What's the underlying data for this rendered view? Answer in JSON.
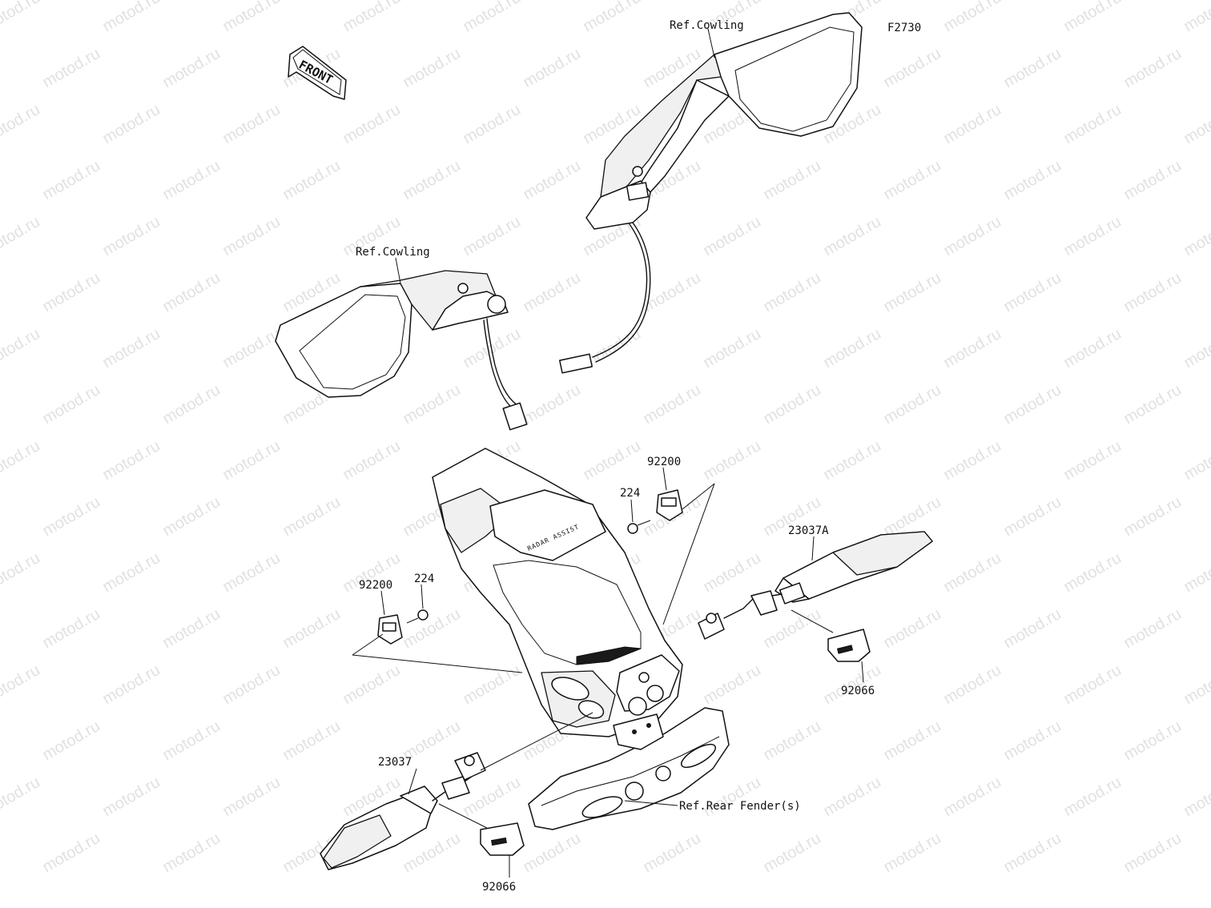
{
  "diagram": {
    "code": "F2730",
    "front_arrow": "FRONT",
    "watermark": "motod.ru",
    "labels": {
      "ref_cowling_right": "Ref.Cowling",
      "ref_cowling_left": "Ref.Cowling",
      "p92200_right": "92200",
      "p224_right": "224",
      "p23037A": "23037A",
      "p92200_left": "92200",
      "p224_left": "224",
      "p92066_right": "92066",
      "p23037": "23037",
      "ref_rear_fender": "Ref.Rear Fender(s)",
      "p92066_left": "92066"
    },
    "fender_badge": "RADAR ASSIST"
  }
}
